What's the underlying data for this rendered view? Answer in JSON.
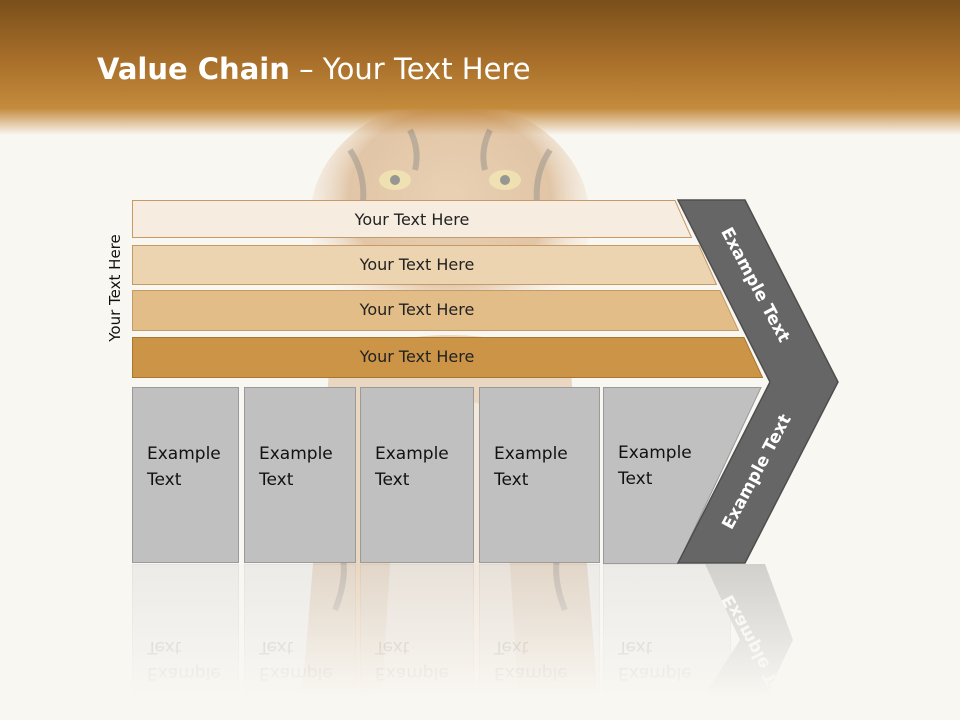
{
  "slide": {
    "title_bold": "Value Chain",
    "title_rest": " – Your Text Here",
    "side_label": "Your Text Here"
  },
  "bars": [
    {
      "label": "Your Text Here",
      "color": "#f6ece0"
    },
    {
      "label": "Your Text Here",
      "color": "#edd4b1"
    },
    {
      "label": "Your Text Here",
      "color": "#e2bd87"
    },
    {
      "label": "Your Text Here",
      "color": "#cb9446"
    }
  ],
  "columns": [
    {
      "line1": "Example",
      "line2": "Text"
    },
    {
      "line1": "Example",
      "line2": "Text"
    },
    {
      "line1": "Example",
      "line2": "Text"
    },
    {
      "line1": "Example",
      "line2": "Text"
    },
    {
      "line1": "Example",
      "line2": "Text"
    }
  ],
  "chevron": {
    "top_label": "Example Text",
    "bottom_label": "Example Text",
    "color": "#666666"
  }
}
